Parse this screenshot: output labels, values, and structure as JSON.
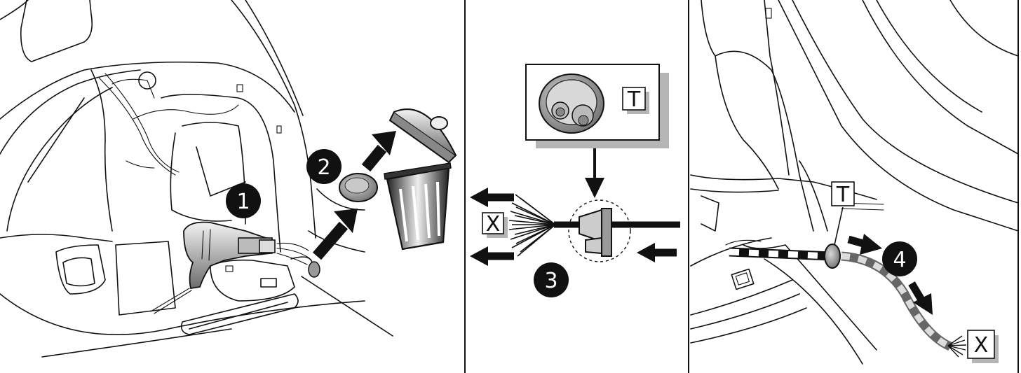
{
  "steps": {
    "step1": "1",
    "step2": "2",
    "step3": "3",
    "step4": "4"
  },
  "labels": {
    "grommet_label_top": "T",
    "grommet_label_right": "T",
    "cable_end_label_left": "X",
    "cable_end_label_right": "X"
  },
  "colors": {
    "ink": "#111111",
    "shadow": "#b5b5b5",
    "grey_tape": "#9a9a9a",
    "background": "#ffffff"
  },
  "icons": [
    "heat-gun-icon",
    "grommet-icon",
    "trash-bin-icon",
    "arrow-icon",
    "wire-bundle-icon",
    "magnifier-circle-icon"
  ]
}
